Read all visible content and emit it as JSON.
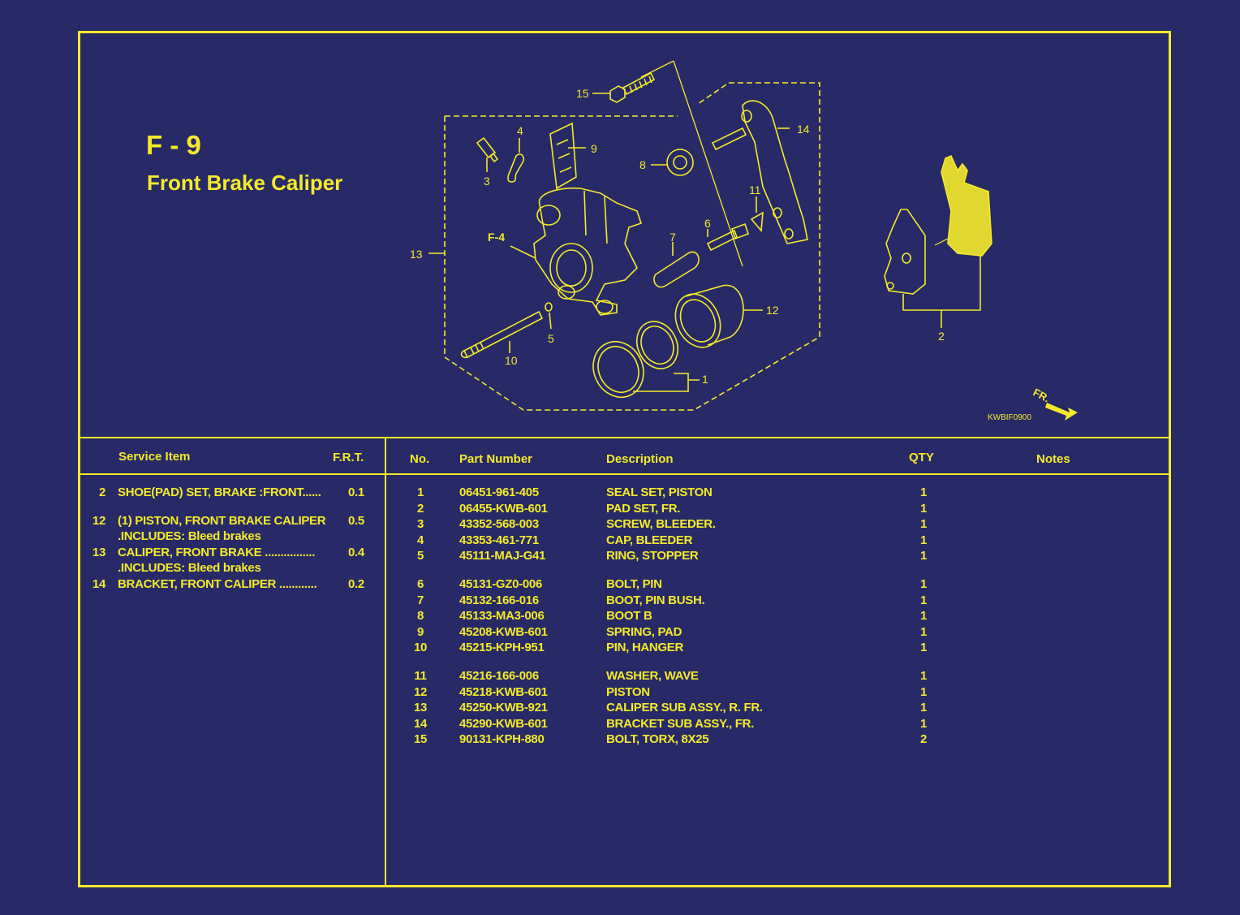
{
  "header": {
    "code": "F - 9",
    "title": "Front Brake Caliper"
  },
  "diagram": {
    "ref_code": "KWBIF0900",
    "fr_label": "FR.",
    "ref_label": "F-4",
    "callouts": [
      "1",
      "2",
      "3",
      "4",
      "5",
      "6",
      "7",
      "8",
      "9",
      "10",
      "11",
      "12",
      "13",
      "14",
      "15"
    ]
  },
  "service_table": {
    "headers": {
      "item": "Service Item",
      "frt": "F.R.T."
    },
    "rows": [
      {
        "no": "2",
        "item": "SHOE(PAD) SET, BRAKE :FRONT......",
        "frt": "0.1"
      },
      {
        "no": "12",
        "item": "(1) PISTON, FRONT BRAKE CALIPER",
        "frt": "0.5"
      },
      {
        "no": "",
        "item": ".INCLUDES: Bleed brakes",
        "frt": ""
      },
      {
        "no": "13",
        "item": "CALIPER, FRONT BRAKE ................",
        "frt": "0.4"
      },
      {
        "no": "",
        "item": ".INCLUDES: Bleed brakes",
        "frt": ""
      },
      {
        "no": "14",
        "item": "BRACKET, FRONT CALIPER ............",
        "frt": "0.2"
      }
    ]
  },
  "parts_table": {
    "headers": {
      "no": "No.",
      "part_number": "Part Number",
      "description": "Description",
      "qty": "QTY",
      "notes": "Notes"
    },
    "rows": [
      {
        "no": "1",
        "part": "06451-961-405",
        "desc": "SEAL SET, PISTON",
        "qty": "1"
      },
      {
        "no": "2",
        "part": "06455-KWB-601",
        "desc": "PAD SET, FR.",
        "qty": "1"
      },
      {
        "no": "3",
        "part": "43352-568-003",
        "desc": "SCREW, BLEEDER.",
        "qty": "1"
      },
      {
        "no": "4",
        "part": "43353-461-771",
        "desc": "CAP, BLEEDER",
        "qty": "1"
      },
      {
        "no": "5",
        "part": "45111-MAJ-G41",
        "desc": "RING, STOPPER",
        "qty": "1"
      },
      {
        "no": "6",
        "part": "45131-GZ0-006",
        "desc": "BOLT, PIN",
        "qty": "1"
      },
      {
        "no": "7",
        "part": "45132-166-016",
        "desc": "BOOT, PIN BUSH.",
        "qty": "1"
      },
      {
        "no": "8",
        "part": "45133-MA3-006",
        "desc": "BOOT B",
        "qty": "1"
      },
      {
        "no": "9",
        "part": "45208-KWB-601",
        "desc": "SPRING, PAD",
        "qty": "1"
      },
      {
        "no": "10",
        "part": "45215-KPH-951",
        "desc": "PIN, HANGER",
        "qty": "1"
      },
      {
        "no": "11",
        "part": "45216-166-006",
        "desc": "WASHER, WAVE",
        "qty": "1"
      },
      {
        "no": "12",
        "part": "45218-KWB-601",
        "desc": "PISTON",
        "qty": "1"
      },
      {
        "no": "13",
        "part": "45250-KWB-921",
        "desc": "CALIPER SUB ASSY., R. FR.",
        "qty": "1"
      },
      {
        "no": "14",
        "part": "45290-KWB-601",
        "desc": "BRACKET SUB ASSY., FR.",
        "qty": "1"
      },
      {
        "no": "15",
        "part": "90131-KPH-880",
        "desc": "BOLT, TORX, 8X25",
        "qty": "2"
      }
    ]
  },
  "colors": {
    "background": "#272a67",
    "ink": "#f5ea2a"
  }
}
